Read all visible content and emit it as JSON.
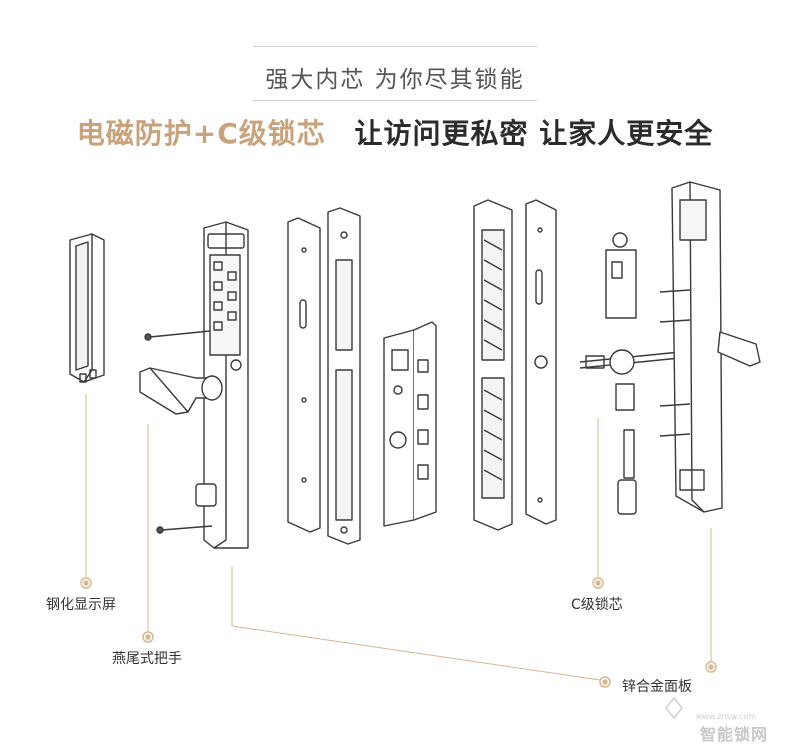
{
  "header": {
    "subtitle": "强大内芯 为你尽其锁能",
    "headline_accent": "电磁防护+C级锁芯",
    "headline_rest": "让访问更私密 让家人更安全"
  },
  "labels": {
    "glass_screen": "钢化显示屏",
    "handle": "燕尾式把手",
    "lock_core": "C级锁芯",
    "panel": "锌合金面板"
  },
  "watermark": {
    "text": "智能锁网",
    "url": "www.znsw.com"
  },
  "colors": {
    "accent": "#c9a27a",
    "line": "#3a3a3a",
    "leader": "#d9b592"
  }
}
